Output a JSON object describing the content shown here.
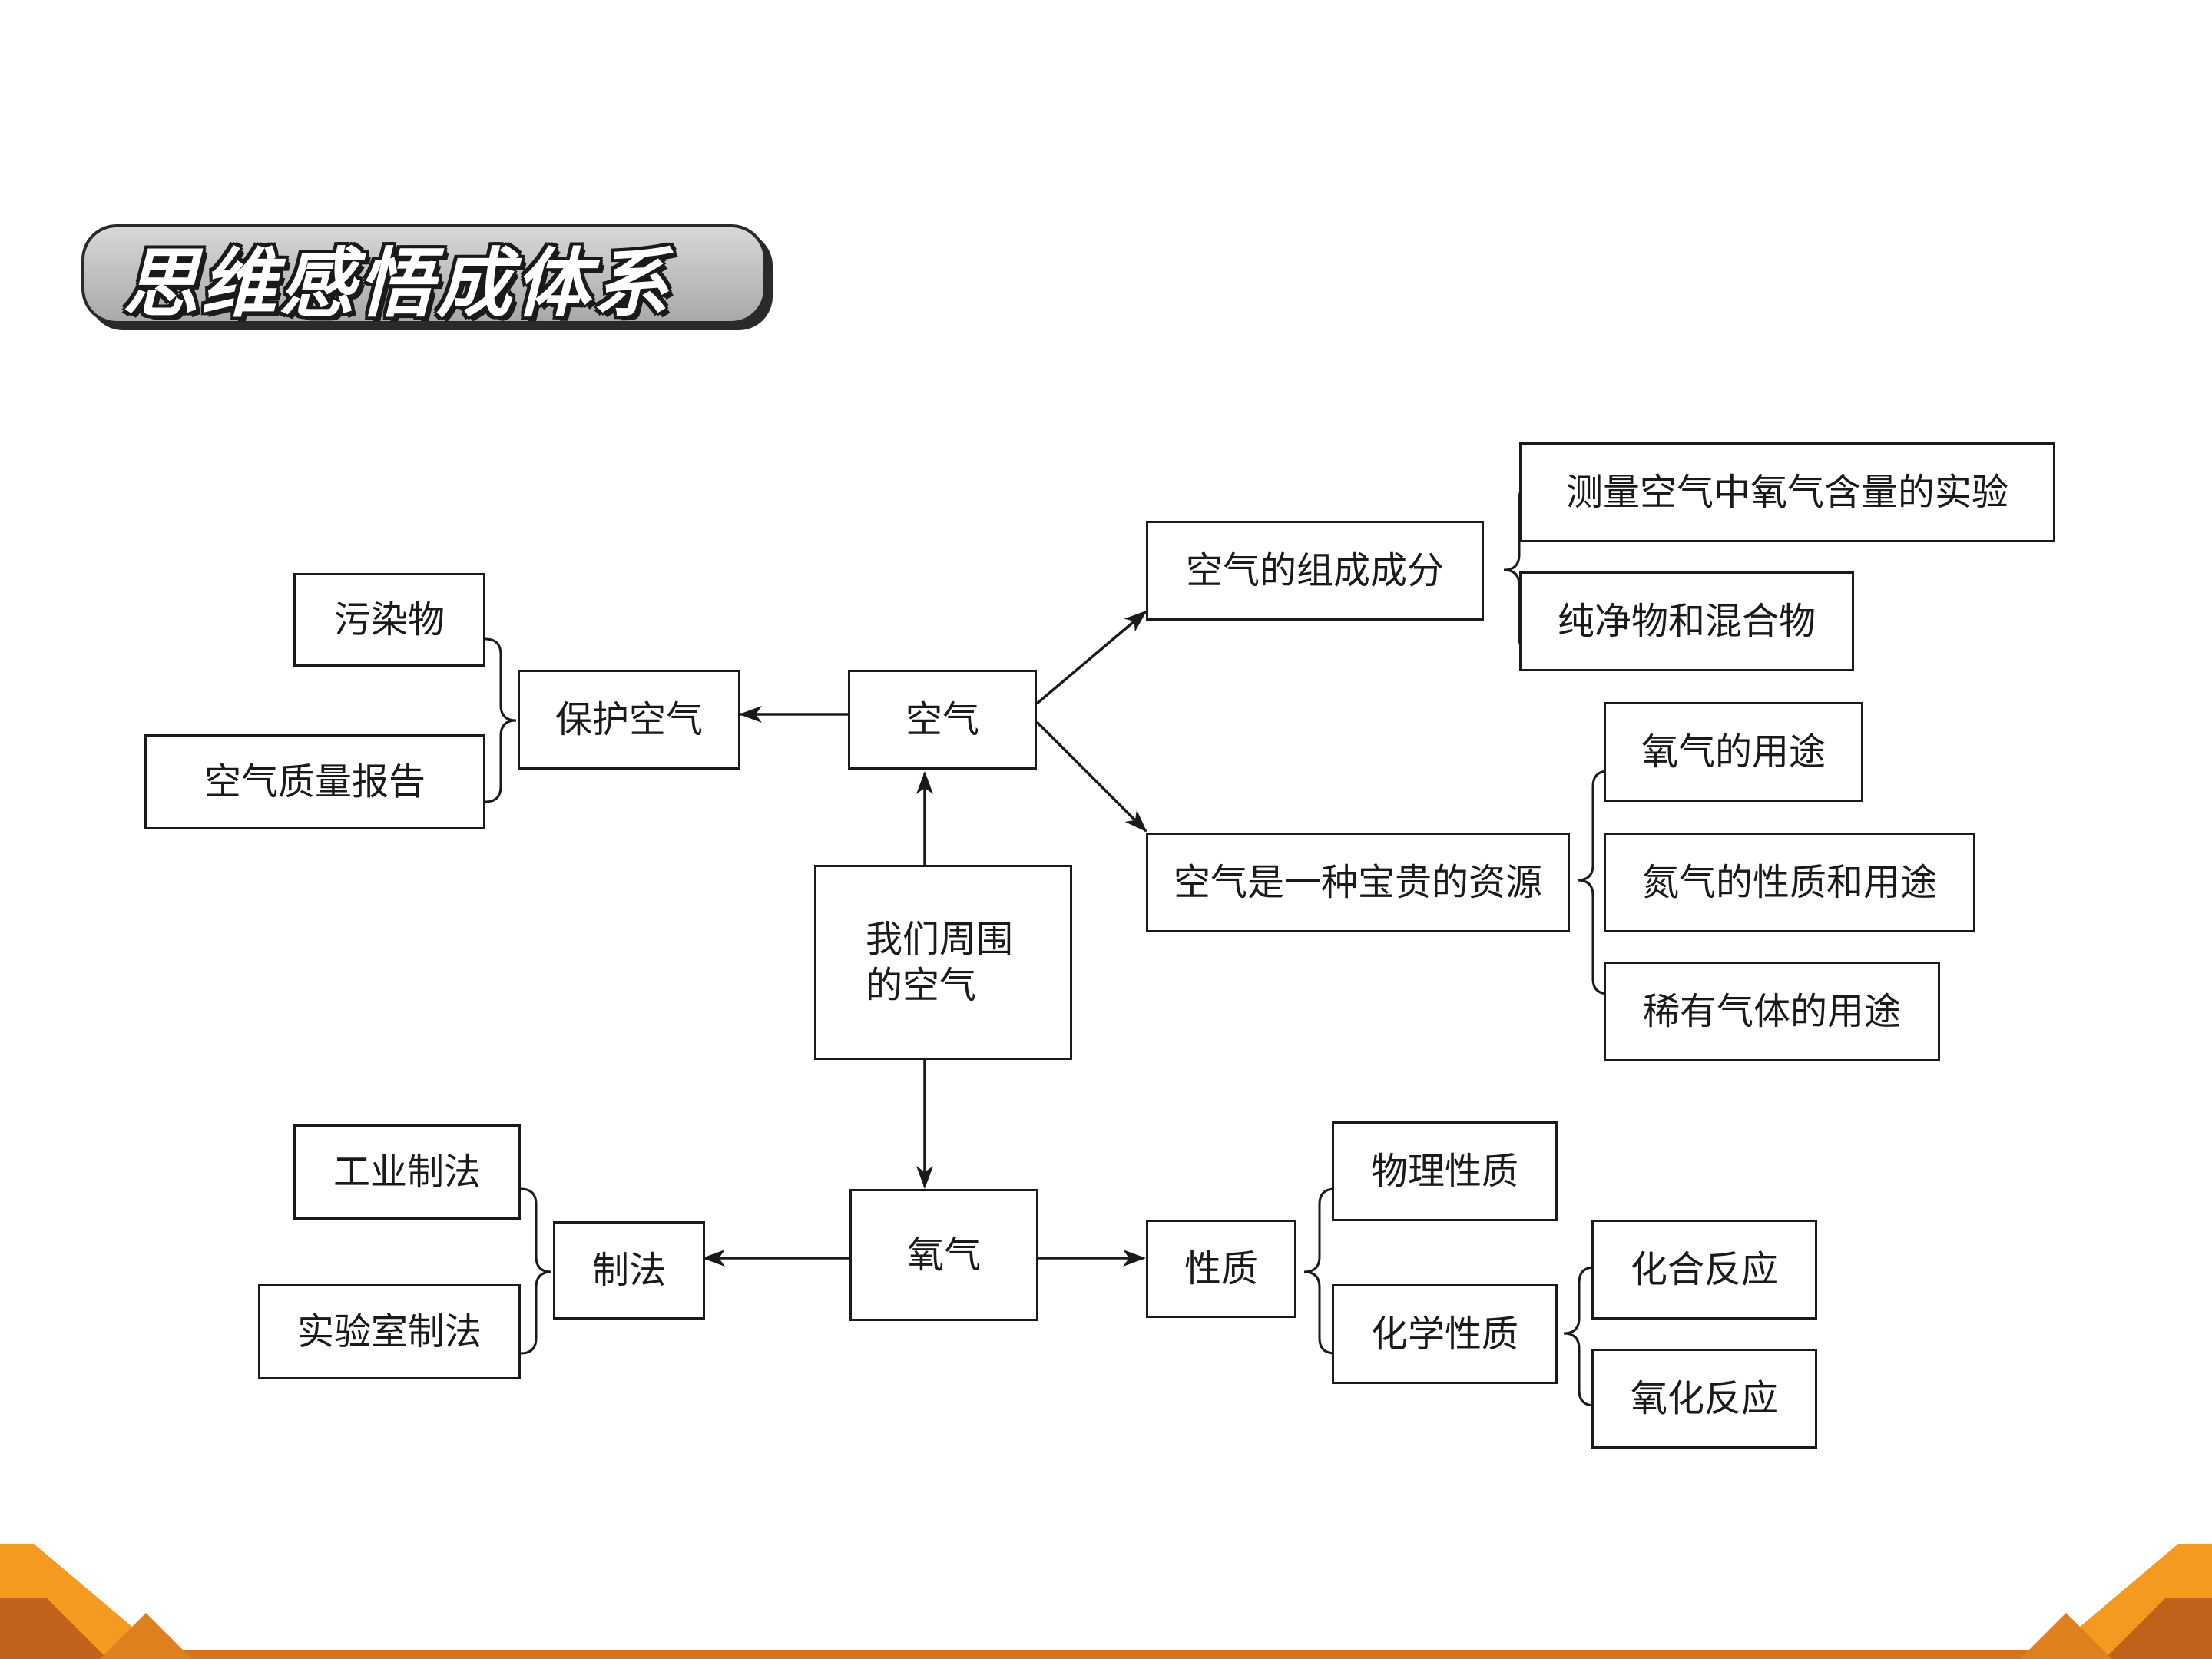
{
  "header": {
    "title": "思维感悟成体系"
  },
  "diagram": {
    "center": "我们周围\n的空气",
    "air": "空气",
    "protect_air": "保护空气",
    "pollutants": "污染物",
    "air_quality_report": "空气质量报告",
    "composition": "空气的组成成分",
    "measure_oxygen": "测量空气中氧气含量的实验",
    "pure_mixture": "纯净物和混合物",
    "resource": "空气是一种宝贵的资源",
    "oxygen_use": "氧气的用途",
    "nitrogen": "氮气的性质和用途",
    "noble_gas": "稀有气体的用途",
    "oxygen": "氧气",
    "preparation": "制法",
    "industrial": "工业制法",
    "lab": "实验室制法",
    "properties": "性质",
    "physical": "物理性质",
    "chemical": "化学性质",
    "combination": "化合反应",
    "oxidation": "氧化反应"
  },
  "colors": {
    "accent_orange": "#f39a1f",
    "accent_dark_orange": "#d9731a",
    "banner_gray": "#bdbdbd",
    "line": "#1a1a1a"
  }
}
